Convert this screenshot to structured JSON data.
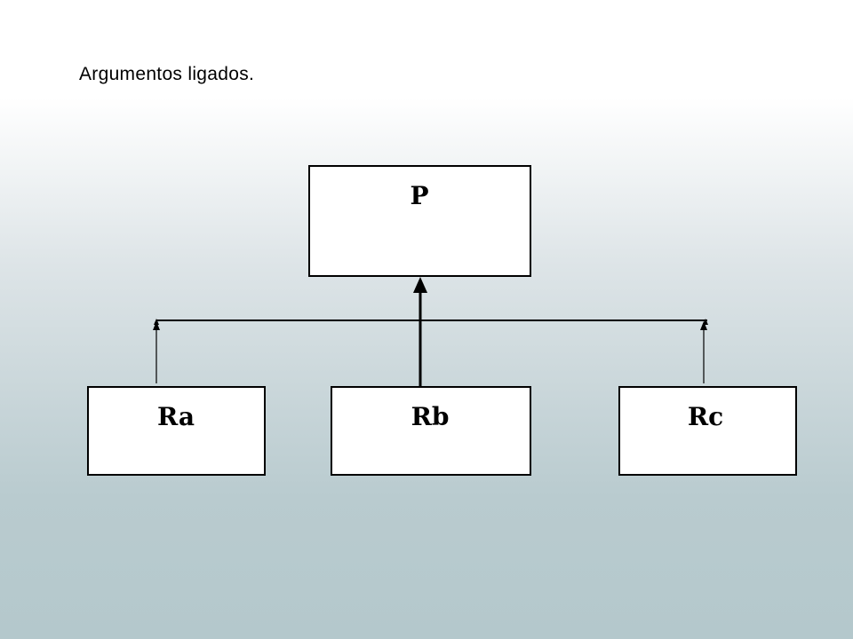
{
  "slide": {
    "title": "Argumentos ligados."
  },
  "diagram": {
    "top_box": {
      "label": "P"
    },
    "bottom_boxes": [
      {
        "label": "Ra"
      },
      {
        "label": "Rb"
      },
      {
        "label": "Rc"
      }
    ]
  }
}
